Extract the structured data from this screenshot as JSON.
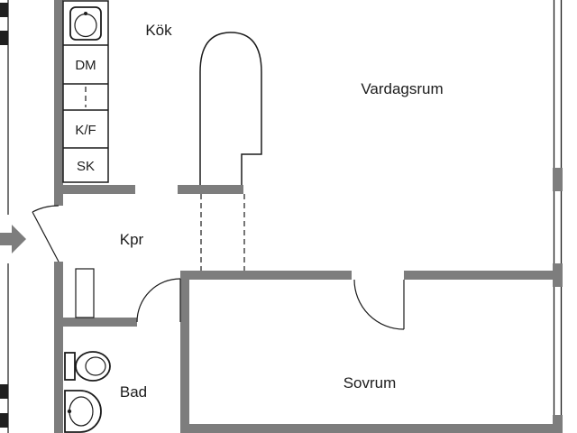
{
  "floorplan": {
    "colors": {
      "background": "#ffffff",
      "wall": "#7d7d7d",
      "line": "#1c1c1c",
      "text": "#1c1c1c"
    },
    "rooms": {
      "kitchen": {
        "label": "Kök"
      },
      "living_room": {
        "label": "Vardagsrum"
      },
      "closet_hall": {
        "label": "Kpr"
      },
      "bathroom": {
        "label": "Bad"
      },
      "bedroom": {
        "label": "Sovrum"
      }
    },
    "kitchen_units": {
      "dishwasher": {
        "label": "DM"
      },
      "fridge_freezer": {
        "label": "K/F"
      },
      "tall_cabinet": {
        "label": "SK"
      }
    },
    "icons": {
      "entry_arrow": "entry-arrow-icon",
      "kitchen_sink": "kitchen-sink-icon",
      "toilet": "toilet-icon",
      "washbasin": "washbasin-icon"
    }
  }
}
